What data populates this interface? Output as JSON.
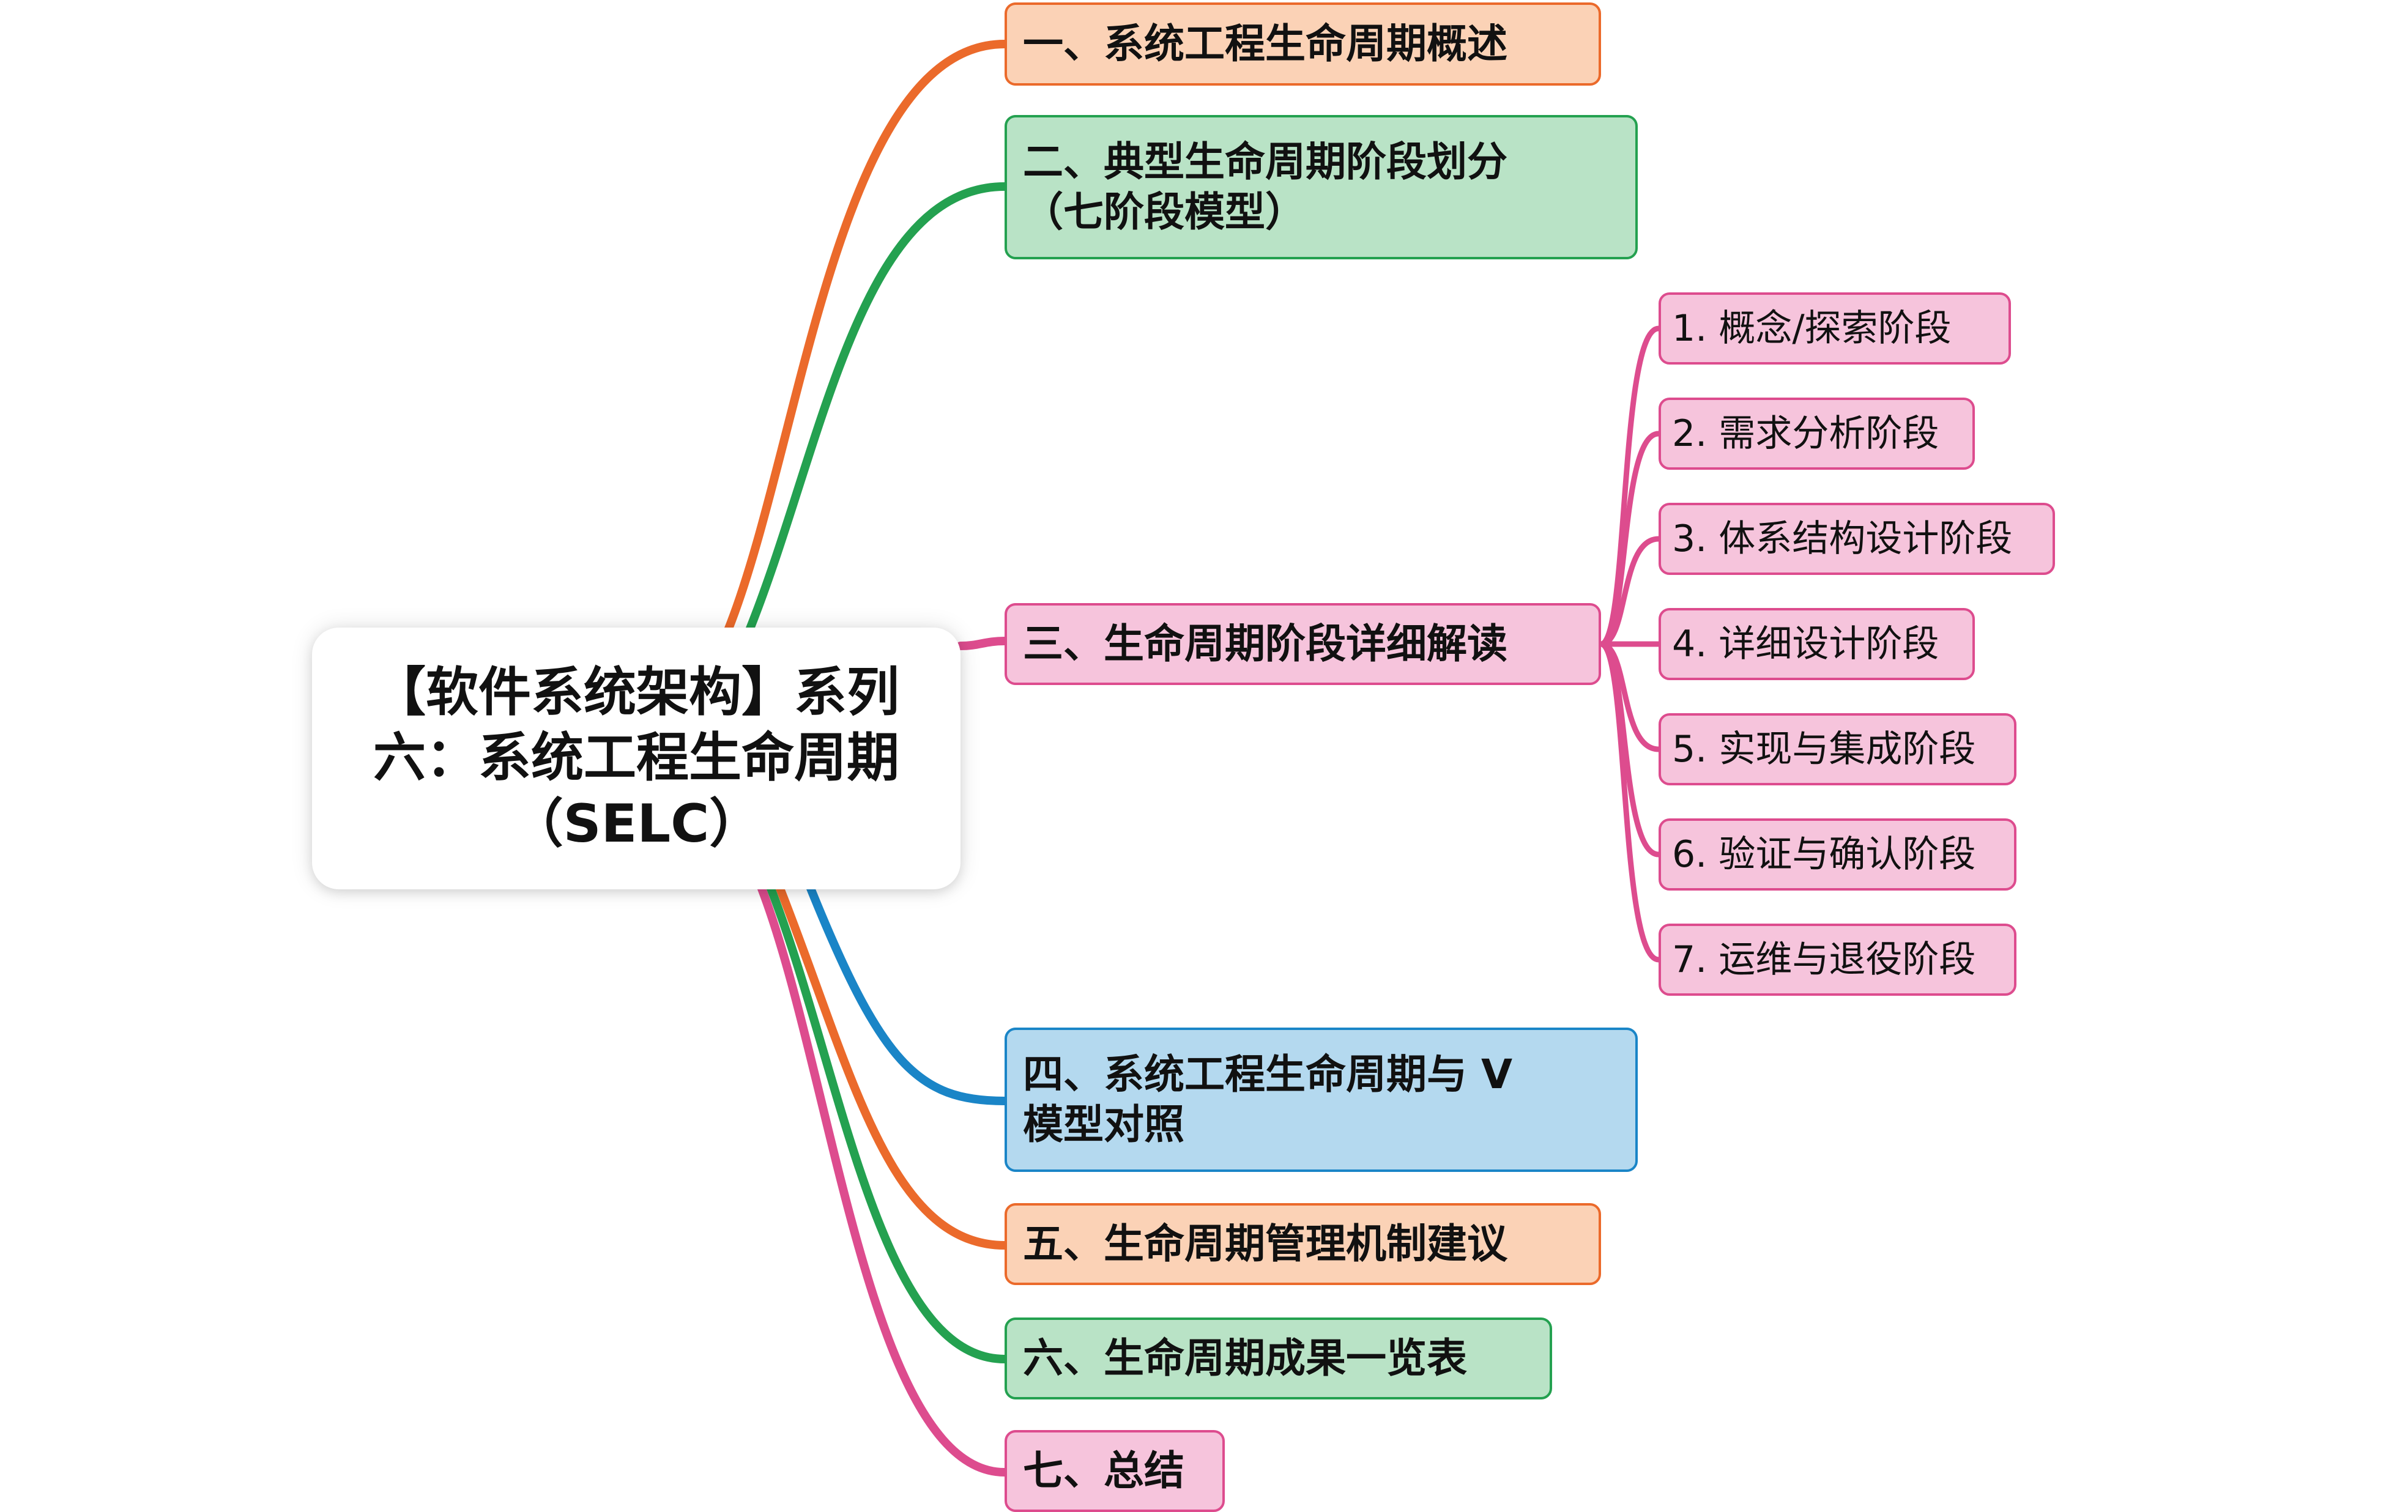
{
  "root": {
    "title": "【软件系统架构】系列六：系统工程生命周期（SELC）"
  },
  "colors": {
    "orange": "#eb6a2b",
    "green": "#24a150",
    "pink": "#dd4c8e",
    "blue": "#1a85c7"
  },
  "branches": [
    {
      "label": "一、系统工程生命周期概述",
      "color": "orange"
    },
    {
      "label": "二、典型生命周期阶段划分\n（七阶段模型）",
      "color": "green"
    },
    {
      "label": "三、生命周期阶段详细解读",
      "color": "pink",
      "children": [
        "1. 概念/探索阶段",
        "2. 需求分析阶段",
        "3. 体系结构设计阶段",
        "4. 详细设计阶段",
        "5. 实现与集成阶段",
        "6. 验证与确认阶段",
        "7. 运维与退役阶段"
      ]
    },
    {
      "label": "四、系统工程生命周期与 V\n模型对照",
      "color": "blue"
    },
    {
      "label": "五、生命周期管理机制建议",
      "color": "orange"
    },
    {
      "label": "六、生命周期成果一览表",
      "color": "green"
    },
    {
      "label": "七、总结",
      "color": "pink"
    }
  ]
}
